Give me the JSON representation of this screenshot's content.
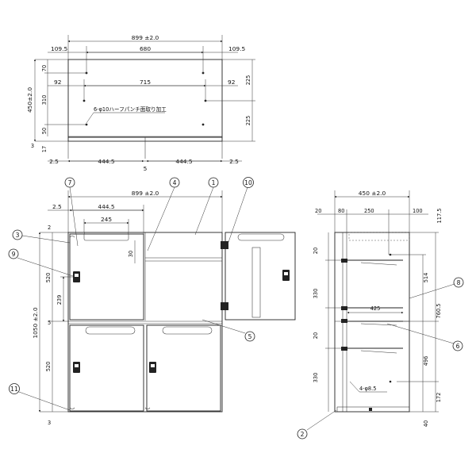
{
  "top_view": {
    "overall_width": "899 ±2.0",
    "hole_span": "680",
    "edge_left": "109.5",
    "edge_right": "109.5",
    "inner_span": "715",
    "inner_left": "92",
    "inner_right": "92",
    "depth": "450±2.0",
    "row_70": "70",
    "row_310": "310",
    "row_50": "50",
    "right_225_top": "225",
    "right_225_bottom": "225",
    "hole_note": "6-φ10ハーフパンチ面取り加工",
    "base_3": "3",
    "base_17": "17",
    "bottom_left": "2.5",
    "bottom_half_left": "444.5",
    "bottom_gap": "5",
    "bottom_half_right": "444.5",
    "bottom_right": "2.5"
  },
  "front_view": {
    "overall_width": "899 ±2.0",
    "left_edge": "2.5",
    "door_width": "444.5",
    "handle_width": "245",
    "handle_offset": "30",
    "top_2": "2",
    "height_upper": "520",
    "lock_239": "239",
    "total_height": "1050 ±2.0",
    "gap_5": "5",
    "height_lower": "520",
    "bottom_3": "3"
  },
  "side_view": {
    "overall_depth": "450 ±2.0",
    "d20": "20",
    "d80": "80",
    "d250": "250",
    "d100": "100",
    "right_117": "117.5",
    "left_20_top": "20",
    "left_330_top": "330",
    "left_20_bot": "20",
    "left_330_bot": "330",
    "inner_425": "425",
    "right_514": "514",
    "right_760": "760.5",
    "right_496": "496",
    "right_172": "172",
    "right_40": "40",
    "hole_note": "4-φ8.5"
  },
  "callouts": {
    "c1": "1",
    "c2": "2",
    "c3": "3",
    "c4": "4",
    "c5": "5",
    "c6": "6",
    "c7": "7",
    "c8": "8",
    "c9": "9",
    "c10": "10",
    "c11": "11"
  }
}
